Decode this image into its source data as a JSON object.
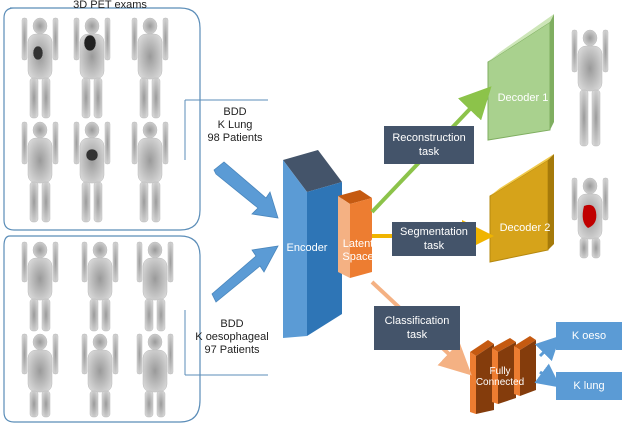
{
  "title": "3D PET exams",
  "db_lung": {
    "line1": "BDD",
    "line2": "K Lung",
    "line3": "98 Patients"
  },
  "db_oeso": {
    "line1": "BDD",
    "line2": "K oesophageal",
    "line3": "97 Patients"
  },
  "encoder": "Encoder",
  "latent": {
    "line1": "Latent",
    "line2": "Space"
  },
  "tasks": {
    "reconstruction": {
      "line1": "Reconstruction",
      "line2": "task"
    },
    "segmentation": {
      "line1": "Segmentation",
      "line2": "task"
    },
    "classification": {
      "line1": "Classification",
      "line2": "task"
    }
  },
  "decoder1": "Decoder 1",
  "decoder2": "Decoder 2",
  "fc": {
    "line1": "Fully",
    "line2": "Connected"
  },
  "outputs": {
    "k_oeso": "K oeso",
    "k_lung": "K lung"
  },
  "colors": {
    "encoder": "#5b9bd5",
    "latent": "#ed7d31",
    "decoder1": "#a9d18e",
    "decoder2": "#d6a31a",
    "task_box": "#44546a",
    "arrow_blue": "#5b9bd5",
    "arrow_green": "#8cc34a",
    "arrow_yellow": "#f0b400",
    "arrow_orange": "#f4b183"
  }
}
